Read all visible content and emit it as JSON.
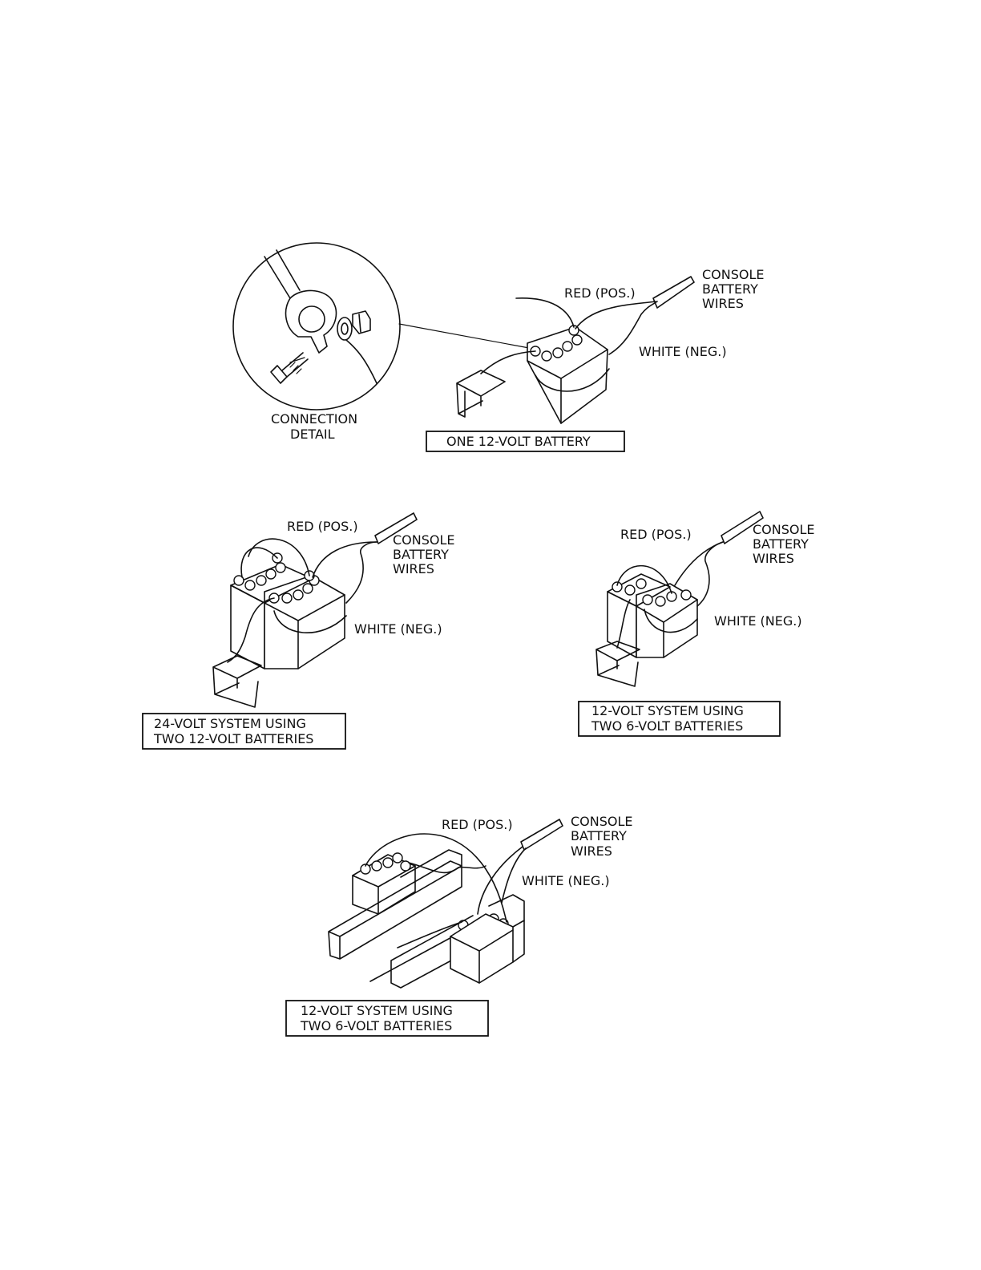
{
  "labels": {
    "red_pos": "RED (POS.)",
    "white_neg": "WHITE (NEG.)",
    "console_l1": "CONSOLE",
    "console_l2": "BATTERY",
    "console_l3": "WIRES",
    "connection_l1": "CONNECTION",
    "connection_l2": "DETAIL"
  },
  "captions": {
    "one_12v": "ONE 12-VOLT BATTERY",
    "sys24_l1": "24-VOLT SYSTEM USING",
    "sys24_l2": "TWO 12-VOLT BATTERIES",
    "sys12_l1": "12-VOLT SYSTEM USING",
    "sys12_l2": "TWO 6-VOLT BATTERIES"
  },
  "colors": {
    "line": "#111111",
    "background": "#ffffff"
  }
}
